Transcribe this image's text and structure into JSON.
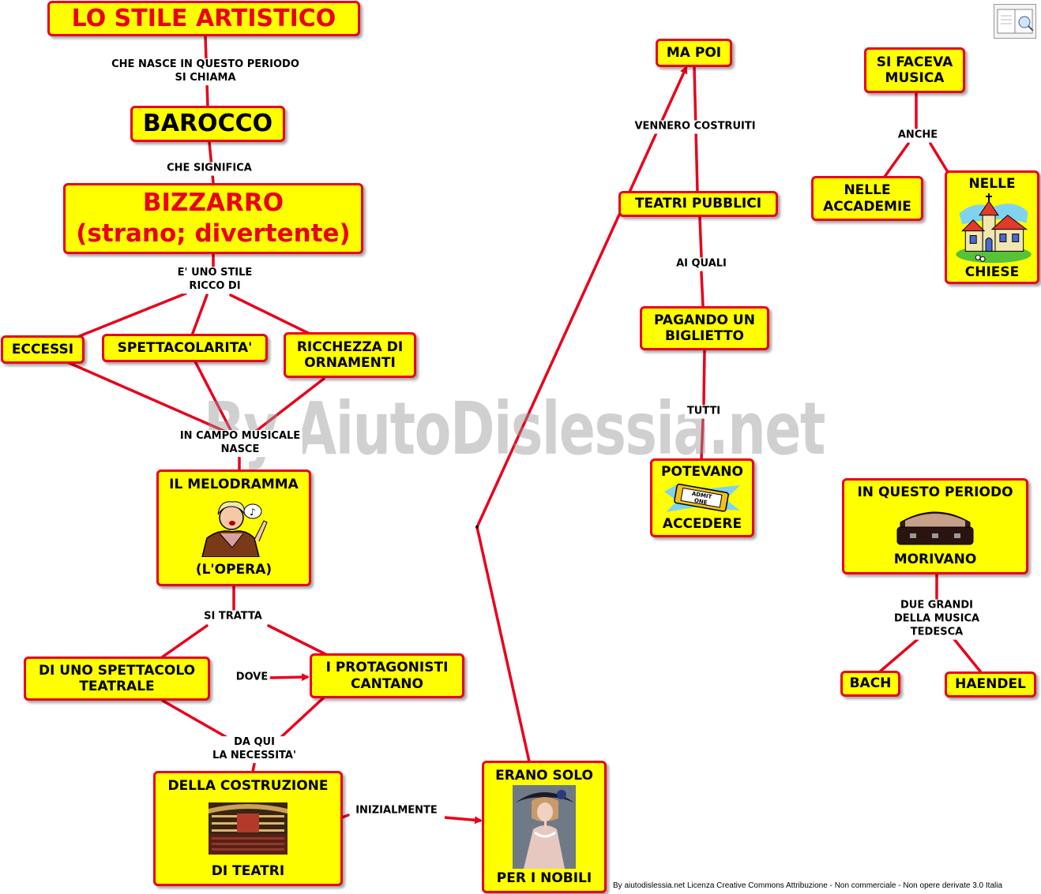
{
  "nodes": {
    "stile": "LO STILE ARTISTICO",
    "barocco": "BAROCCO",
    "bizzarro_1": "BIZZARRO",
    "bizzarro_2": "(strano; divertente)",
    "eccessi": "ECCESSI",
    "spettacolarita": "SPETTACOLARITA'",
    "ricchezza_1": "RICCHEZZA DI",
    "ricchezza_2": "ORNAMENTI",
    "melodramma_1": "IL MELODRAMMA",
    "melodramma_2": "(L'OPERA)",
    "spettacolo_1": "DI UNO SPETTACOLO",
    "spettacolo_2": "TEATRALE",
    "protagonisti_1": "I PROTAGONISTI",
    "protagonisti_2": "CANTANO",
    "costruzione_1": "DELLA COSTRUZIONE",
    "costruzione_2": "DI TEATRI",
    "nobili_1": "ERANO SOLO",
    "nobili_2": "PER I NOBILI",
    "mapoi": "MA POI",
    "teatri": "TEATRI PUBBLICI",
    "pagando_1": "PAGANDO UN",
    "pagando_2": "BIGLIETTO",
    "potevano_1": "POTEVANO",
    "potevano_2": "ACCEDERE",
    "musica_1": "SI FACEVA",
    "musica_2": "MUSICA",
    "accademie_1": "NELLE",
    "accademie_2": "ACCADEMIE",
    "chiese_1": "NELLE",
    "chiese_2": "CHIESE",
    "periodo_1": "IN QUESTO PERIODO",
    "periodo_2": "MORIVANO",
    "bach": "BACH",
    "haendel": "HAENDEL"
  },
  "links": {
    "nasce_1": "CHE NASCE IN QUESTO PERIODO",
    "nasce_2": "SI CHIAMA",
    "significa": "CHE SIGNIFICA",
    "ricco_1": "E' UNO STILE",
    "ricco_2": "RICCO DI",
    "campo_1": "IN CAMPO  MUSICALE",
    "campo_2": "NASCE",
    "tratta": "SI TRATTA",
    "dove": "DOVE",
    "daqui_1": "DA QUI",
    "daqui_2": "LA NECESSITA'",
    "inizialmente": "INIZIALMENTE",
    "vennero": "VENNERO COSTRUITI",
    "aiquali": "AI QUALI",
    "tutti": "TUTTI",
    "anche": "ANCHE",
    "grandi_1": "DUE GRANDI",
    "grandi_2": "DELLA MUSICA",
    "grandi_3": "TEDESCA"
  },
  "icons": [
    "opera-singer-icon",
    "theatre-hall-icon",
    "noble-lady-portrait-icon",
    "admit-one-ticket-icon",
    "church-icon",
    "coffin-icon",
    "logo-icon"
  ],
  "watermark": "By AiutoDislessia.net",
  "footer": "By aiutodislessia.net Licenza Creative Commons Attribuzione - Non commerciale - Non opere derivate 3.0 Italia",
  "colors": {
    "node_fill": "#ffff00",
    "border": "#e8001c",
    "title_text": "#e8001c",
    "text": "#000000"
  }
}
